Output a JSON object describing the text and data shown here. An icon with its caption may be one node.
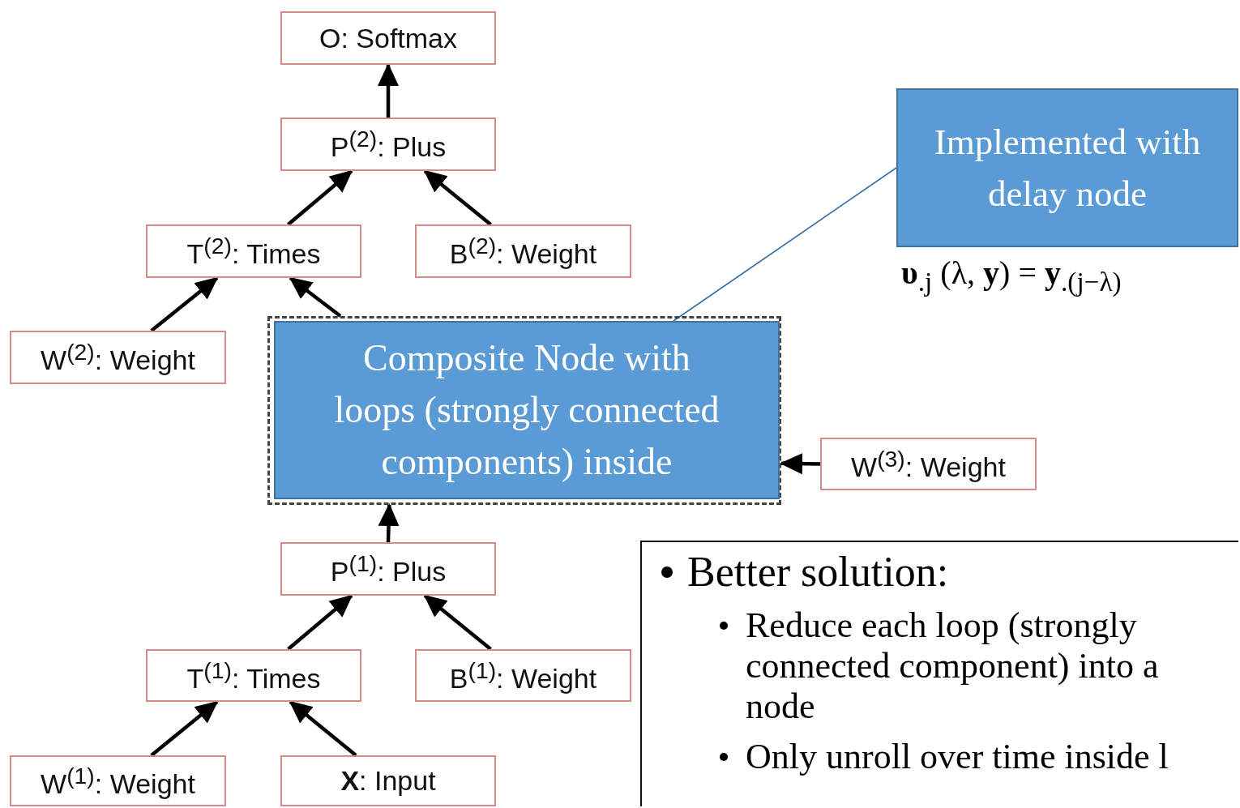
{
  "diagram": {
    "nodes": [
      {
        "text": [
          "O: Softmax"
        ]
      },
      {
        "text": [
          "P$^{(2)}$: Plus"
        ]
      },
      {
        "text": [
          "T$^{(2)}$: Times"
        ]
      },
      {
        "text": [
          "B$^{(2)}$: Weight"
        ]
      },
      {
        "text": [
          "W$^{(2)}$: Weight"
        ]
      },
      {
        "text": [],
        "shape": "box"
      },
      {
        "text": [
          "Composite Node with loops (strongly connected components) inside"
        ],
        "in": 5
      },
      {
        "text": [
          "W$^{(3)}$: Weight"
        ]
      },
      {
        "text": [
          "P$^{(1)}$: Plus"
        ]
      },
      {
        "text": [
          "T$^{(1)}$: Times"
        ]
      },
      {
        "text": [
          "B$^{(1)}$: Weight"
        ]
      },
      {
        "text": [
          "W$^{(1)}$: Weight"
        ]
      },
      {
        "text": [
          "**X**: Input"
        ]
      },
      {
        "text": [
          "Implemented with delay node"
        ],
        "beside": [
          "**υ**$_{.j}$ (λ, **y**) = **y**$_{.(j−λ)}$"
        ]
      },
      {
        "text": [
          "Better solution:",
          "Reduce each loop (strongly connected component) into a node",
          "Only unroll over time inside l"
        ]
      }
    ],
    "edges": [
      {
        "from": 1,
        "to": 0,
        "arrow": "to"
      },
      {
        "from": 2,
        "to": 1,
        "arrow": "to"
      },
      {
        "from": 3,
        "to": 1,
        "arrow": "to"
      },
      {
        "from": 4,
        "to": 2,
        "arrow": "to"
      },
      {
        "from": 5,
        "to": 2,
        "arrow": "to"
      },
      {
        "from": 7,
        "to": 5,
        "arrow": "to"
      },
      {
        "from": 8,
        "to": 5,
        "arrow": "to"
      },
      {
        "from": 9,
        "to": 8,
        "arrow": "to"
      },
      {
        "from": 10,
        "to": 8,
        "arrow": "to"
      },
      {
        "from": 11,
        "to": 9,
        "arrow": "to"
      },
      {
        "from": 12,
        "to": 9,
        "arrow": "to"
      },
      {
        "from": 13,
        "to": 6,
        "arrow": "none",
        "color": "#3a6ea5"
      }
    ]
  }
}
